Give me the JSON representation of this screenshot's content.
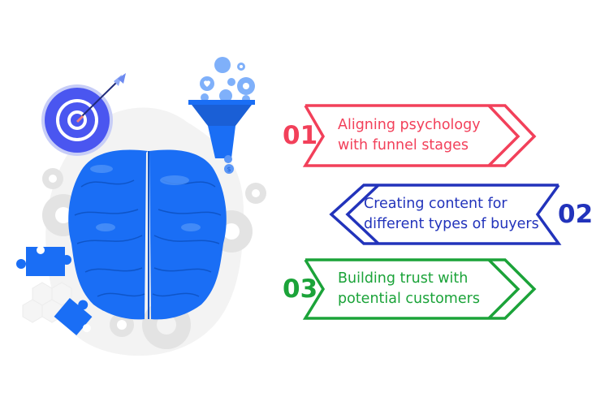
{
  "steps": [
    {
      "number": "01",
      "line1": "Aligning psychology",
      "line2": "with funnel stages",
      "color": "#f2405a",
      "direction": "right"
    },
    {
      "number": "02",
      "line1": "Creating content for",
      "line2": "different types of buyers",
      "color": "#2233bb",
      "direction": "left"
    },
    {
      "number": "03",
      "line1": "Building trust with",
      "line2": "potential customers",
      "color": "#1ba339",
      "direction": "right"
    }
  ],
  "illustration": {
    "brain_color": "#1a6ef5",
    "target_color": "#4a56f0",
    "funnel_color": "#1a6ef5",
    "icons": [
      "target-icon",
      "arrow-icon",
      "funnel-icon",
      "heart-icon",
      "dollar-coin-icon",
      "gear-icon",
      "puzzle-piece-icon",
      "brain-icon"
    ]
  }
}
